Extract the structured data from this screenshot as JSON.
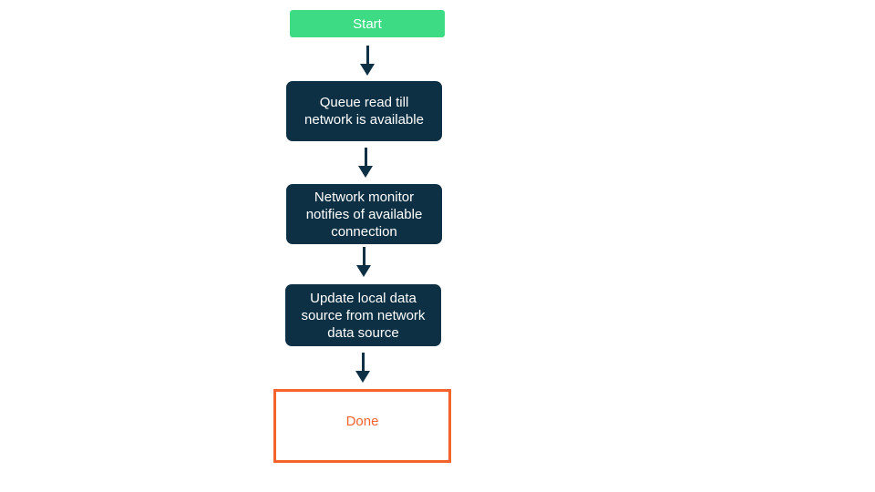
{
  "flowchart": {
    "nodes": [
      {
        "id": "start",
        "kind": "start",
        "lines": [
          "Start"
        ]
      },
      {
        "id": "queue-read",
        "kind": "process",
        "lines": [
          "Queue read till",
          "network is available"
        ]
      },
      {
        "id": "network-monitor",
        "kind": "process",
        "lines": [
          "Network monitor",
          "notifies of available",
          "connection"
        ]
      },
      {
        "id": "update-local",
        "kind": "process",
        "lines": [
          "Update local data",
          "source from network",
          "data source"
        ]
      },
      {
        "id": "done",
        "kind": "terminal",
        "lines": [
          "Done"
        ]
      }
    ],
    "connections": [
      {
        "from": "start",
        "to": "queue-read"
      },
      {
        "from": "queue-read",
        "to": "network-monitor"
      },
      {
        "from": "network-monitor",
        "to": "update-local"
      },
      {
        "from": "update-local",
        "to": "done"
      }
    ],
    "colors": {
      "canvas_bg": "#ffffff",
      "start_bg": "#3ddc84",
      "start_text": "#ffffff",
      "process_bg": "#0d3044",
      "process_text": "#ffffff",
      "done_border": "#f4632e",
      "done_text": "#f4632e",
      "arrow": "#0d3044"
    }
  }
}
